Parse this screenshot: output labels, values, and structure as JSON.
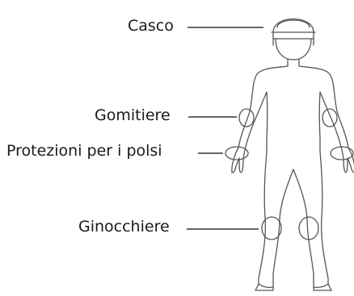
{
  "labels": {
    "helmet": "Casco",
    "elbow_pads": "Gomitiere",
    "wrist_guards": "Protezioni per i polsi",
    "knee_pads": "Ginocchiere"
  },
  "colors": {
    "text": "#1a1a1a",
    "line": "#333333",
    "figure_stroke": "#555555",
    "background": "#ffffff"
  }
}
